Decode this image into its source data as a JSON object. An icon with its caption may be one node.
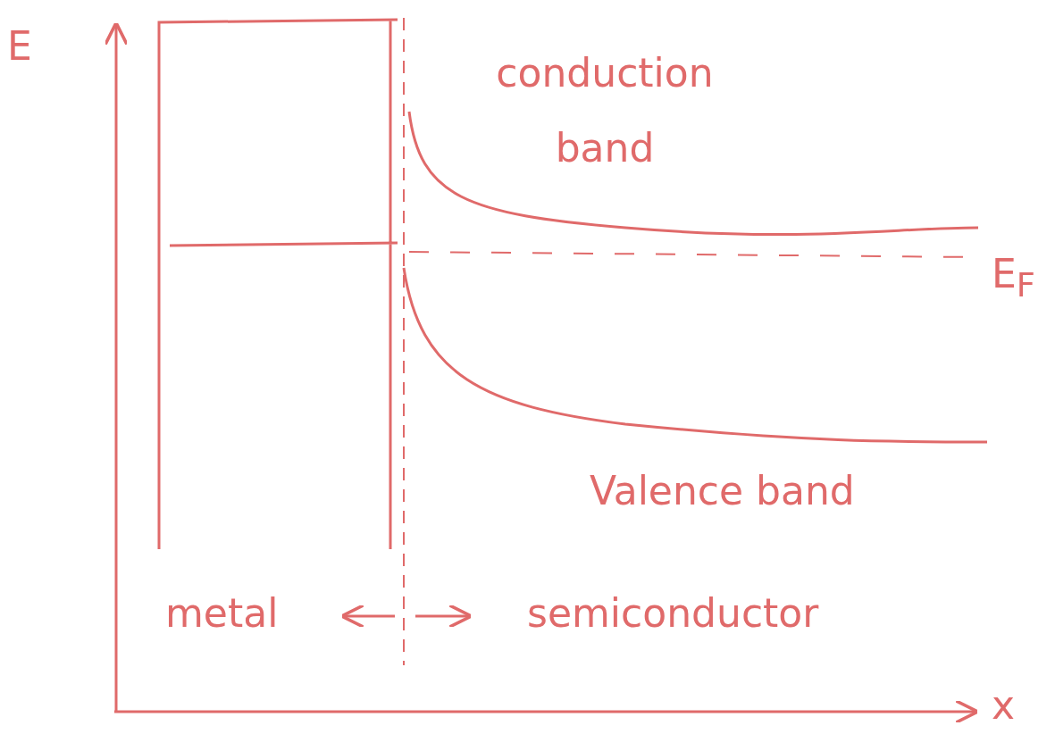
{
  "diagram": {
    "labels": [
      "E",
      "conduction band",
      "E$_{F}$",
      "Valence band",
      "metal",
      "semiconductor",
      "x"
    ]
  }
}
